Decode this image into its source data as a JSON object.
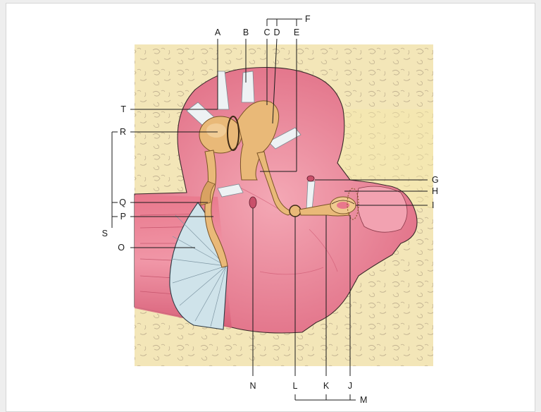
{
  "labels": {
    "A": "A",
    "B": "B",
    "C": "C",
    "D": "D",
    "E": "E",
    "F": "F",
    "G": "G",
    "H": "H",
    "I": "I",
    "J": "J",
    "K": "K",
    "L": "L",
    "M": "M",
    "N": "N",
    "O": "O",
    "P": "P",
    "Q": "Q",
    "R": "R",
    "S": "S",
    "T": "T"
  },
  "colors": {
    "bone": "#f3e6b8",
    "bone_speckle": "#b9a98a",
    "cavity": "#e9788c",
    "cavity_dark": "#c9506a",
    "cavity_light": "#f4a8b5",
    "ossicle": "#e9b978",
    "ossicle_shadow": "#c98e4a",
    "membrane": "#cfe3ea",
    "ligament": "#eef2f4",
    "line": "#1a1a1a"
  }
}
